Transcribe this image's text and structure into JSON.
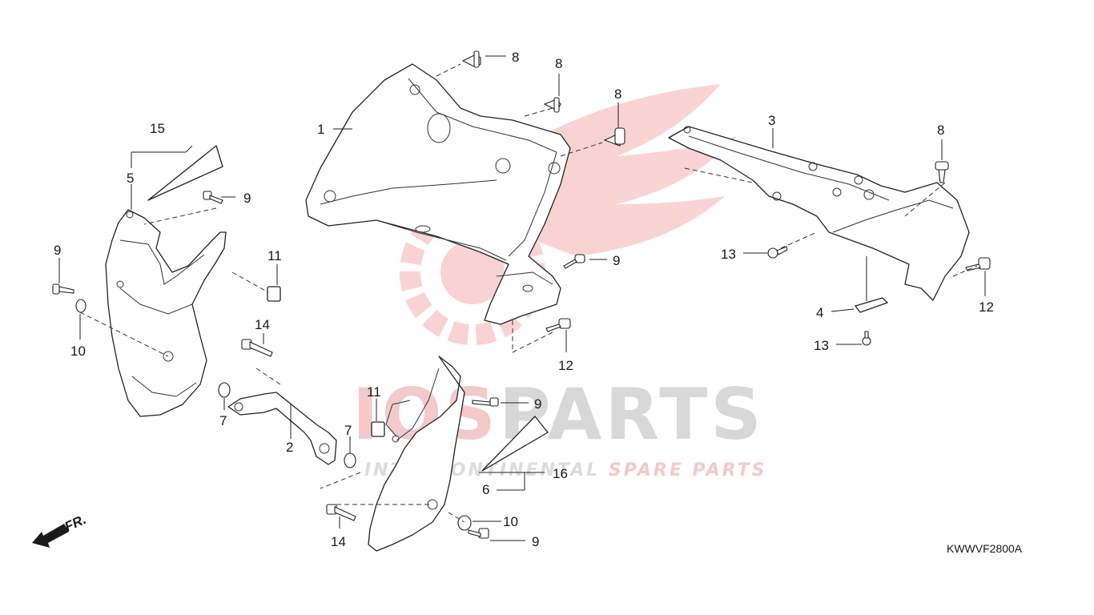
{
  "diagram": {
    "reference_code": "KWWVF2800A",
    "direction_label": "FR.",
    "watermark": {
      "brand_prefix": "IOS",
      "brand_suffix": "PARTS",
      "tagline_part1": "INTERCONTINENTAL",
      "tagline_part2": "SPARE PARTS",
      "accent_color": "#e53935"
    },
    "callouts": [
      {
        "id": "c1",
        "label": "1"
      },
      {
        "id": "c2",
        "label": "2"
      },
      {
        "id": "c3",
        "label": "3"
      },
      {
        "id": "c4",
        "label": "4"
      },
      {
        "id": "c5",
        "label": "5"
      },
      {
        "id": "c6",
        "label": "6"
      },
      {
        "id": "c7a",
        "label": "7"
      },
      {
        "id": "c7b",
        "label": "7"
      },
      {
        "id": "c8a",
        "label": "8"
      },
      {
        "id": "c8b",
        "label": "8"
      },
      {
        "id": "c8c",
        "label": "8"
      },
      {
        "id": "c8d",
        "label": "8"
      },
      {
        "id": "c9a",
        "label": "9"
      },
      {
        "id": "c9b",
        "label": "9"
      },
      {
        "id": "c9c",
        "label": "9"
      },
      {
        "id": "c9d",
        "label": "9"
      },
      {
        "id": "c9e",
        "label": "9"
      },
      {
        "id": "c10a",
        "label": "10"
      },
      {
        "id": "c10b",
        "label": "10"
      },
      {
        "id": "c11a",
        "label": "11"
      },
      {
        "id": "c11b",
        "label": "11"
      },
      {
        "id": "c12a",
        "label": "12"
      },
      {
        "id": "c12b",
        "label": "12"
      },
      {
        "id": "c13a",
        "label": "13"
      },
      {
        "id": "c13b",
        "label": "13"
      },
      {
        "id": "c14a",
        "label": "14"
      },
      {
        "id": "c14b",
        "label": "14"
      },
      {
        "id": "c15",
        "label": "15"
      },
      {
        "id": "c16",
        "label": "16"
      }
    ]
  }
}
